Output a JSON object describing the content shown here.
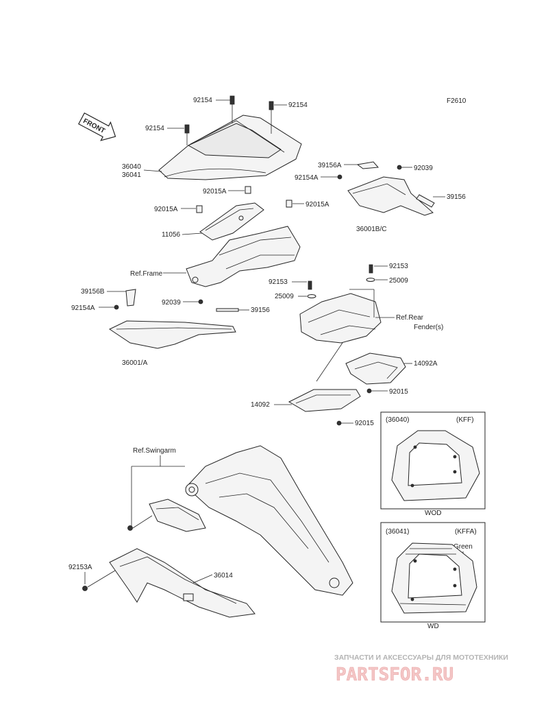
{
  "figure_code": "F2610",
  "front_label": "FRONT",
  "parts": {
    "p92154_a": "92154",
    "p92154_b": "92154",
    "p92154_c": "92154",
    "p36040": "36040",
    "p36041": "36041",
    "p92015A_a": "92015A",
    "p92015A_b": "92015A",
    "p92015A_c": "92015A",
    "p11056": "11056",
    "ref_frame": "Ref.Frame",
    "p39156A": "39156A",
    "p92039_a": "92039",
    "p92154A_a": "92154A",
    "p39156_a": "39156",
    "p36001BC": "36001B/C",
    "p92153_a": "92153",
    "p25009_a": "25009",
    "p92153_b": "92153",
    "p25009_b": "25009",
    "ref_rear_1": "Ref.Rear",
    "ref_rear_2": "Fender(s)",
    "p39156B": "39156B",
    "p92154A_b": "92154A",
    "p92039_b": "92039",
    "p39156_b": "39156",
    "p36001A": "36001/A",
    "p14092A": "14092A",
    "p92015_a": "92015",
    "p14092": "14092",
    "p92015_b": "92015",
    "ref_swingarm": "Ref.Swingarm",
    "p92153A": "92153A",
    "p36014": "36014"
  },
  "insets": [
    {
      "part": "(36040)",
      "code": "(KFF)",
      "caption": "WOD",
      "note": ""
    },
    {
      "part": "(36041)",
      "code": "(KFFA)",
      "caption": "WD",
      "note": "Green"
    }
  ],
  "watermark": {
    "line1": "ЗАПЧАСТИ И АКСЕССУАРЫ ДЛЯ МОТОТЕХНИКИ",
    "line2": "PARTSFOR.RU"
  }
}
